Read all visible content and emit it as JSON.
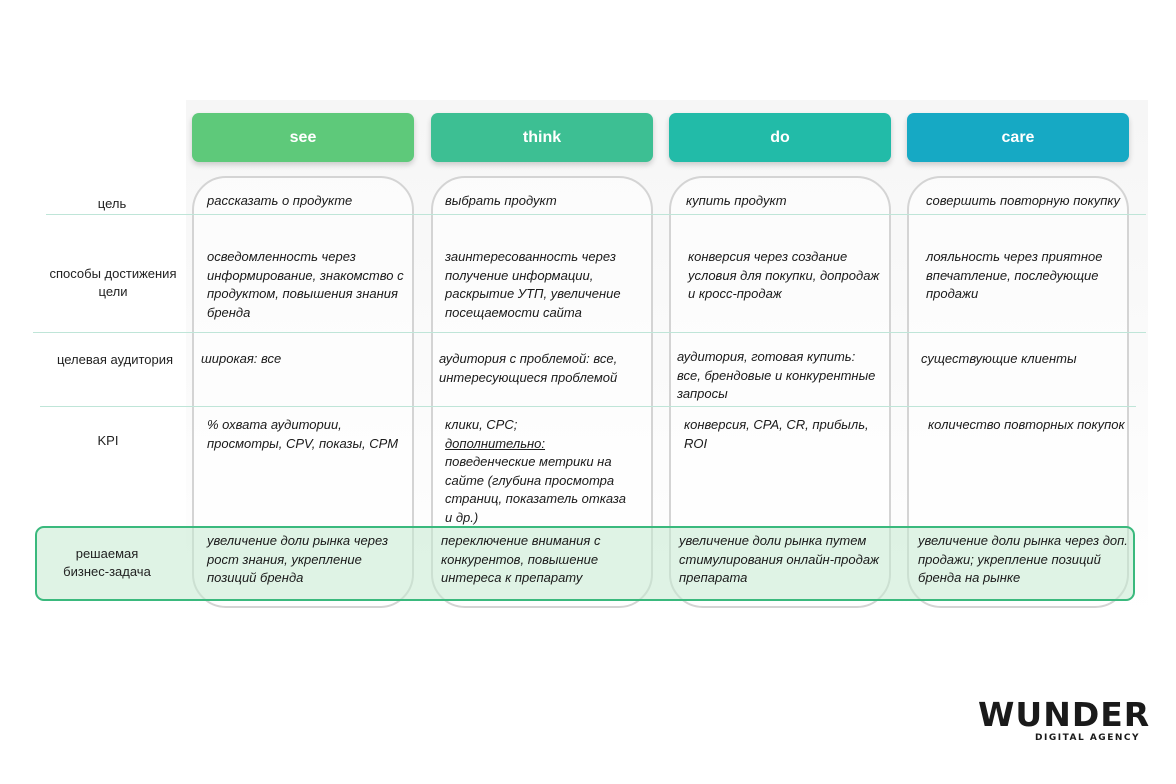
{
  "stages": [
    {
      "label": "see",
      "color": "#5ec97a"
    },
    {
      "label": "think",
      "color": "#3dbf93"
    },
    {
      "label": "do",
      "color": "#22bba8"
    },
    {
      "label": "care",
      "color": "#16a9c4"
    }
  ],
  "rows": [
    {
      "label": "цель"
    },
    {
      "label": "способы достижения цели"
    },
    {
      "label": "целевая аудитория"
    },
    {
      "label": "KPI"
    },
    {
      "label": "решаемая бизнес-задача"
    }
  ],
  "cells": {
    "goal": [
      "рассказать о продукте",
      "выбрать продукт",
      "купить продукт",
      "совершить повторную покупку"
    ],
    "methods": [
      "осведомленность через информирование, знакомство с продуктом, повышения знания бренда",
      "заинтересованность через получение информации, раскрытие УТП, увеличение посещаемости сайта",
      "конверсия через создание условия для покупки, допродаж и кросс-продаж",
      "лояльность через приятное впечатление, последующие продажи"
    ],
    "audience": [
      "широкая: все",
      "аудитория с проблемой: все, интересующиеся проблемой",
      "аудитория, готовая купить: все, брендовые и конкурентные запросы",
      "существующие клиенты"
    ],
    "kpi": [
      "% охвата аудитории, просмотры, CPV, показы, CPM",
      {
        "intro": "клики, CPC;",
        "underlined": "дополнительно:",
        "rest": "поведенческие метрики на сайте (глубина просмотра страниц, показатель отказа и др.)"
      },
      "конверсия, CPA, CR, прибыль, ROI",
      "количество повторных покупок"
    ],
    "business": [
      "увеличение доли рынка через рост знания, укрепление позиций бренда",
      "переключение внимания с конкурентов, повышение интереса к препарату",
      "увеличение доли рынка путем стимулирования онлайн-продаж препарата",
      "увеличение доли рынка через доп. продажи; укрепление позиций бренда на рынке"
    ]
  },
  "logo": {
    "word": "WUNDER",
    "tagline": "DIGITAL AGENCY"
  }
}
